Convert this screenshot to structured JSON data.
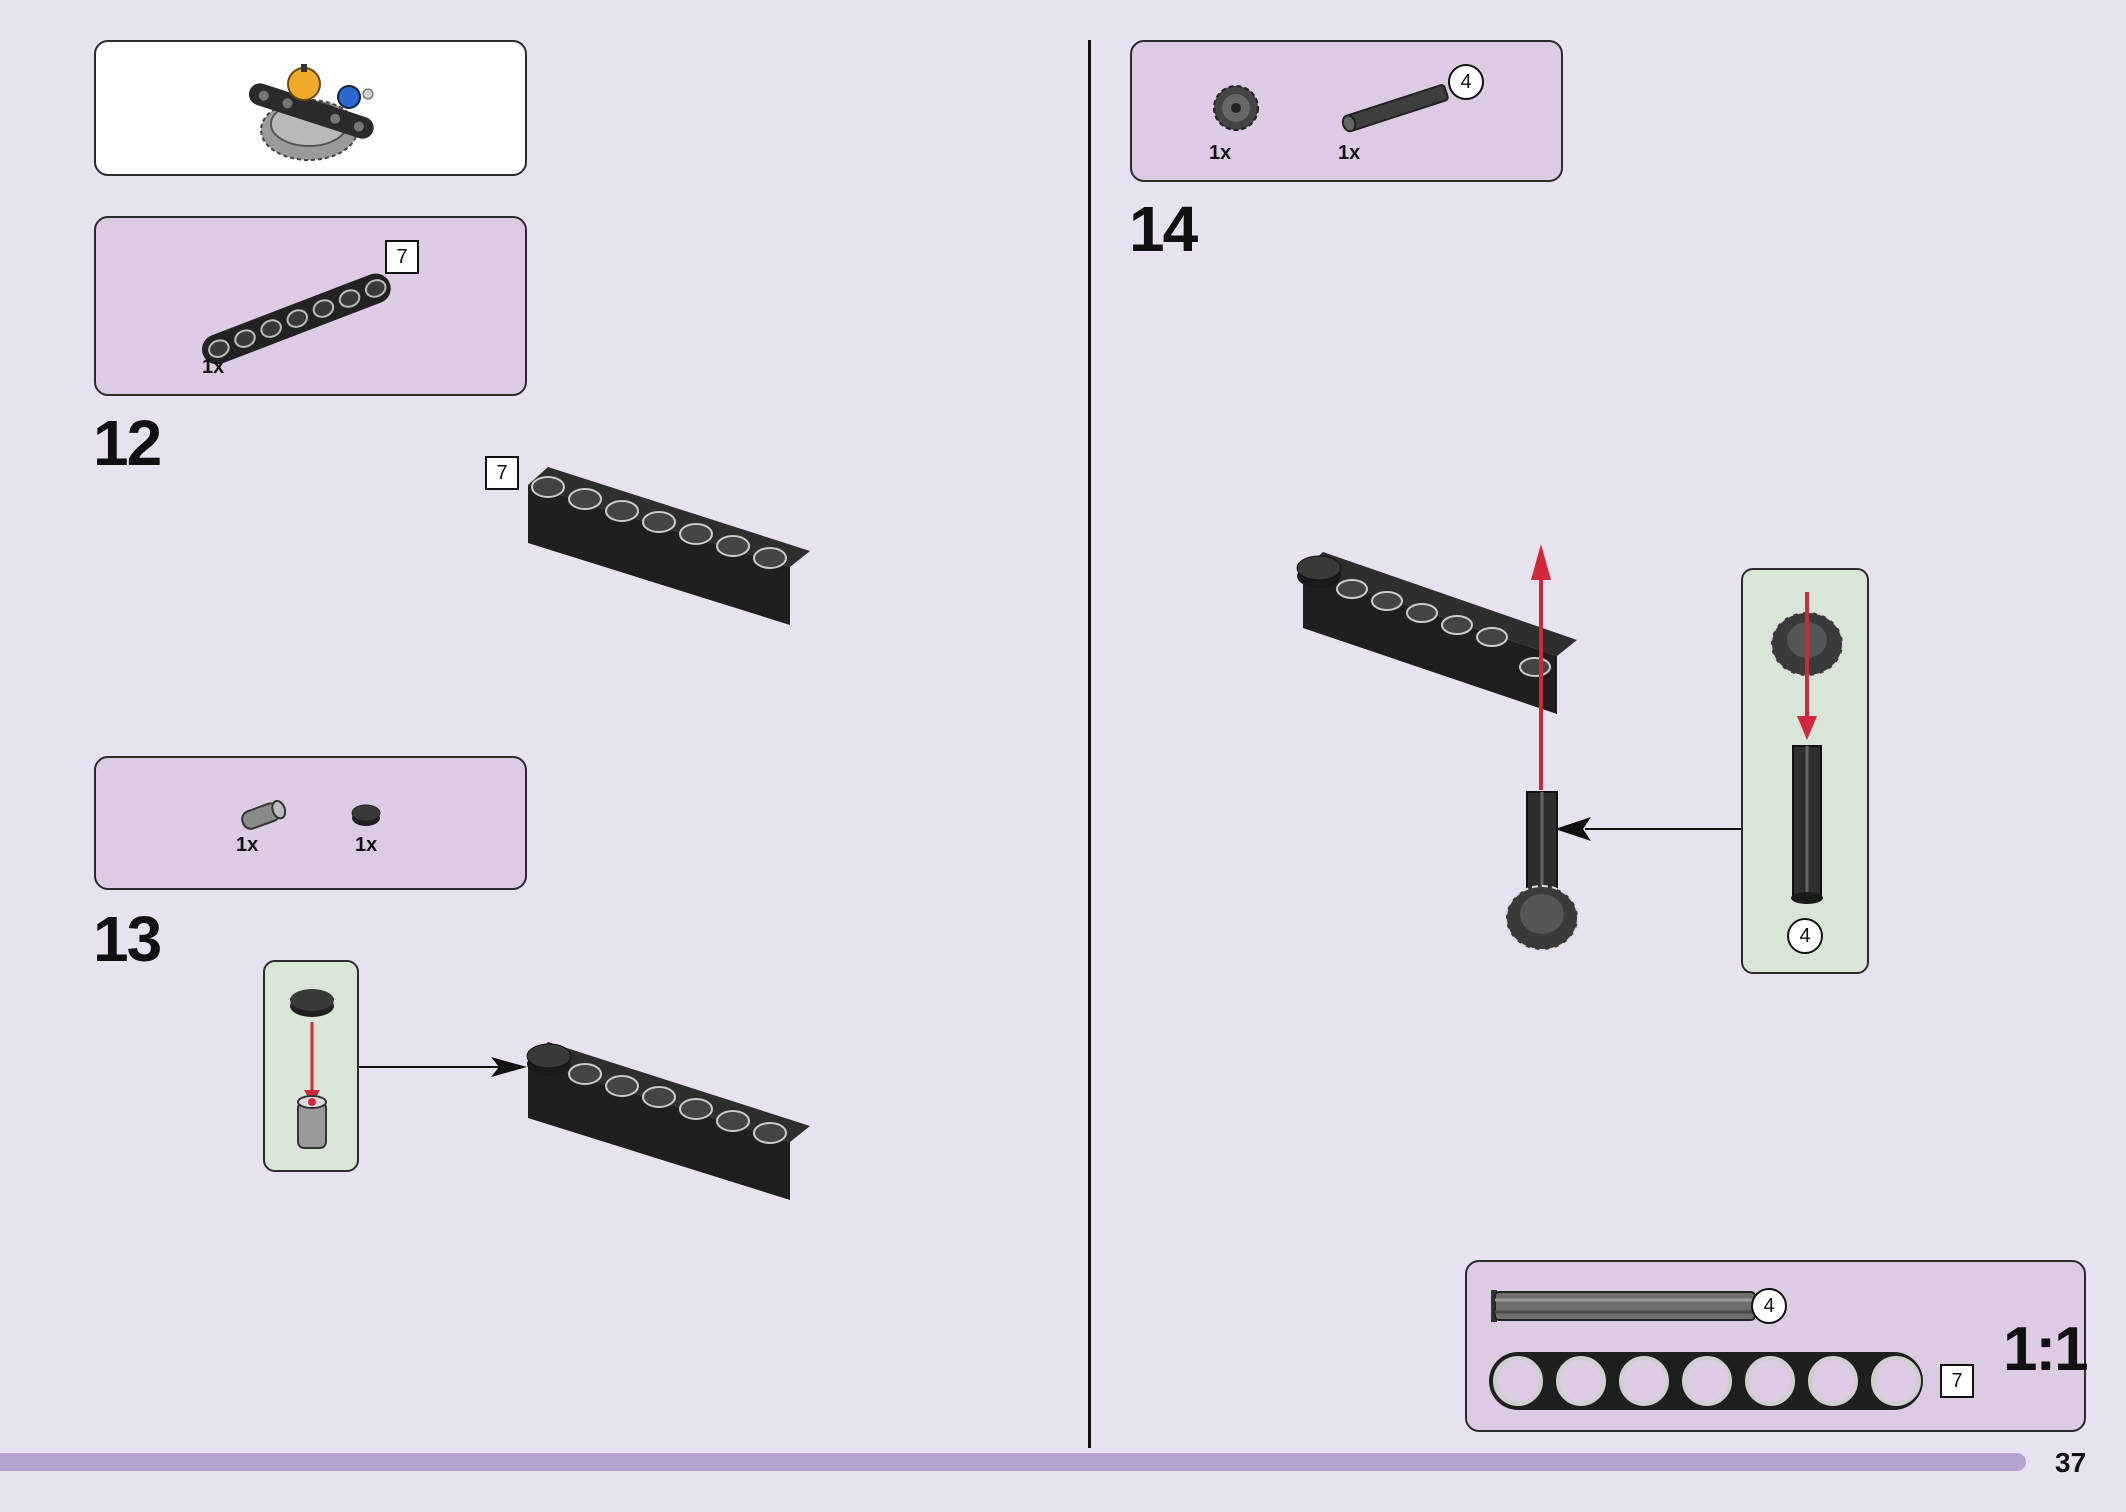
{
  "steps": [
    {
      "number": "12",
      "parts": [
        {
          "count": "1x",
          "length_label": "7"
        }
      ],
      "callout_label": "7"
    },
    {
      "number": "13",
      "parts": [
        {
          "count": "1x"
        },
        {
          "count": "1x"
        }
      ]
    },
    {
      "number": "14",
      "parts": [
        {
          "count": "1x"
        },
        {
          "count": "1x",
          "length_label": "4"
        }
      ],
      "subassembly_label": "4"
    }
  ],
  "scale_guide": {
    "label": "1:1",
    "axle_length": "4",
    "beam_length": "7"
  },
  "page_number": "37",
  "colors": {
    "page_bg": "#e8e1ef",
    "parts_box": "#dccbe3",
    "subassembly_box": "#d9e6d7",
    "footer_bar": "#b7a3d2",
    "arrow_red": "#d0283a"
  }
}
